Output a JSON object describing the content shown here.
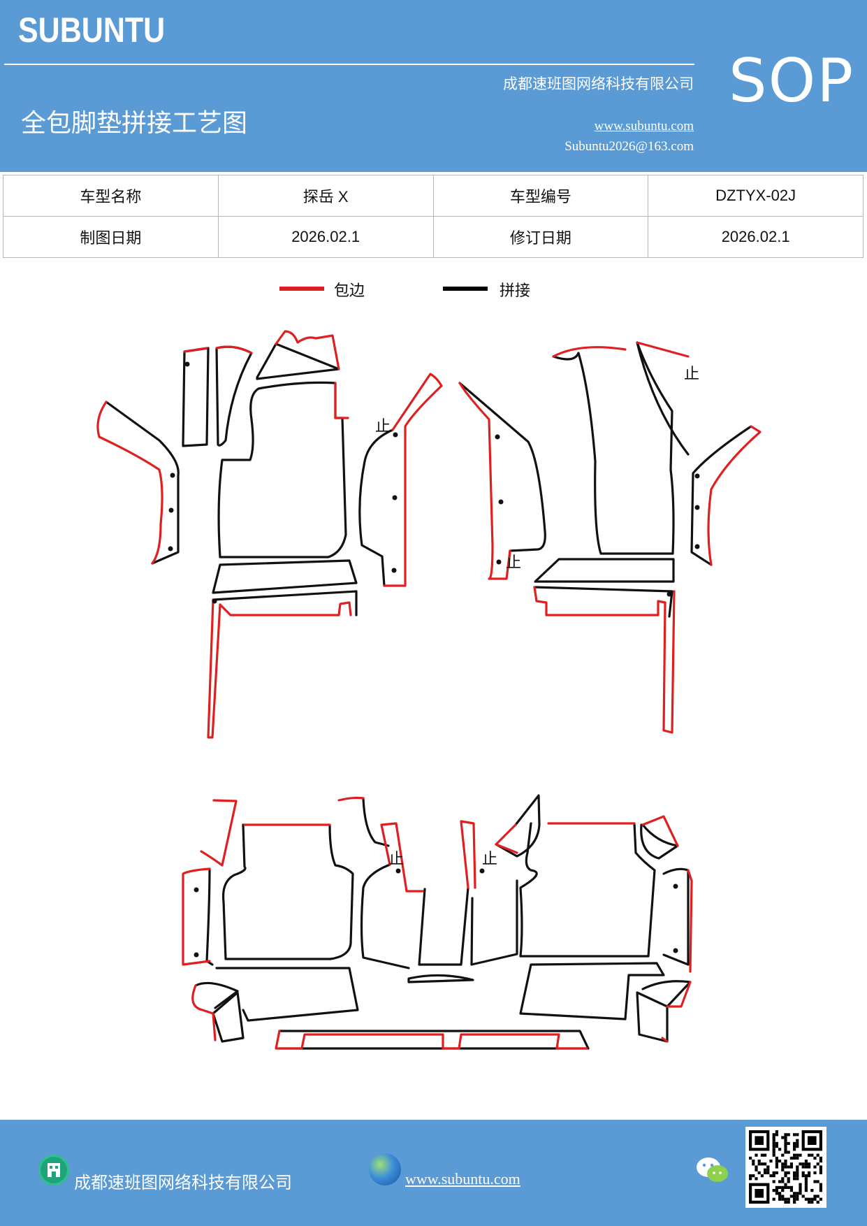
{
  "header": {
    "brand": "SUBUNTU",
    "company": "成都速班图网络科技有限公司",
    "title": "全包脚垫拼接工艺图",
    "url": "www.subuntu.com",
    "email": "Subuntu2026@163.com",
    "badge": "SOP"
  },
  "info_table": {
    "row1": {
      "label_a": "车型名称",
      "value_a": "探岳 X",
      "label_b": "车型编号",
      "value_b": "DZTYX-02J"
    },
    "row2": {
      "label_a": "制图日期",
      "value_a": "2026.02.1",
      "label_b": "修订日期",
      "value_b": "2026.02.1"
    }
  },
  "legend": {
    "items": [
      {
        "label": "包边",
        "color": "#e02020"
      },
      {
        "label": "拼接",
        "color": "#000000"
      }
    ]
  },
  "drawing": {
    "edge_color": "#e02020",
    "seam_color": "#111111",
    "stop_mark": "止"
  },
  "footer": {
    "company": "成都速班图网络科技有限公司",
    "url": "www.subuntu.com",
    "company_icon": "building-icon",
    "web_icon": "globe-icon",
    "social_icon": "wechat-icon",
    "qr": "qr-code"
  }
}
